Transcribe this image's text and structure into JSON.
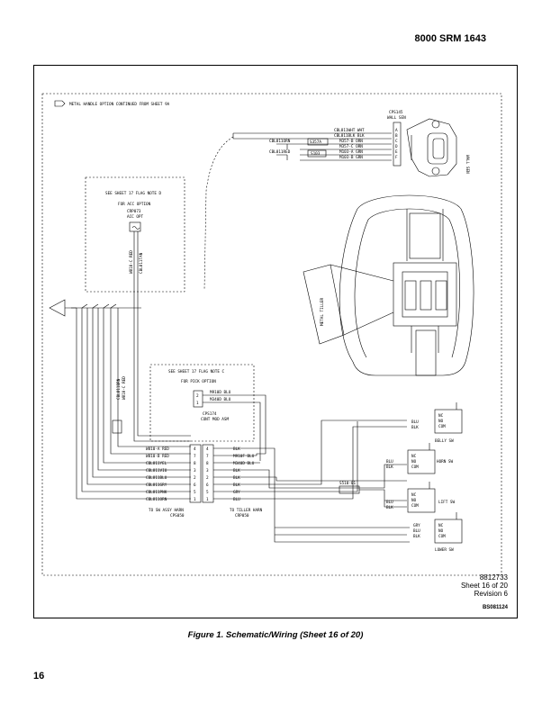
{
  "header": {
    "doc_id": "8000 SRM 1643"
  },
  "caption": "Figure 1. Schematic/Wiring (Sheet 16 of 20)",
  "page_number": "16",
  "drawing": {
    "number": "8812733",
    "sheet": "Sheet 16 of 20",
    "revision": "Revision 6",
    "code": "BS081124"
  },
  "labels": {
    "top_note": "METAL HANDLE OPTION CONTINUED FROM SHEET 9A",
    "cps145": "CPS145",
    "wall_sen": "WALL SEN",
    "wall_sen_side": "WALL SEN",
    "metal_tiller": "METAL TILLER",
    "acc_note": "SEE SHEET 17 FLAG NOTE D",
    "acc_for": "FOR ACC OPTION",
    "crp073": "CRP073",
    "acc_opt": "ACC OPT",
    "acc_wire1": "W810-C RED",
    "acc_wire2": "CBL811TAN",
    "pick_note": "SEE SHEET 17 FLAG NOTE C",
    "pick_for": "FOR PICK OPTION",
    "cps174": "CPS174",
    "cont_mod": "CONT MOD ASM",
    "vert_wire1": "CBL811BRN",
    "vert_wire2": "W810-C RED",
    "to_sw_assy": "TO SW ASSY HARN",
    "cps050": "CPS050",
    "to_tiller": "TO TILLER HARN",
    "crp050": "CRP050",
    "s510": "S510-01",
    "s357a": "S357A",
    "s103": "S103",
    "belly_sw": "BELLY SW",
    "horn_sw": "HORN SW",
    "lift_sw": "LIFT SW",
    "lower_sw": "LOWER SW"
  },
  "cps145_wires": [
    {
      "label": "CBL811WHT WHT",
      "pin": "A"
    },
    {
      "label": "CBL811BLK BLK",
      "pin": "B"
    },
    {
      "label": "M357-B ORN",
      "pin": "C"
    },
    {
      "label": "M357-C ORN",
      "pin": "D"
    },
    {
      "label": "M103-A GRN",
      "pin": "E"
    },
    {
      "label": "M103-B GRN",
      "pin": "F"
    }
  ],
  "left_cables": [
    {
      "label": "CBL811ORN"
    },
    {
      "label": "CBL811RED"
    }
  ],
  "pick_wires": [
    {
      "pin": "2",
      "label": "M910D BLU"
    },
    {
      "pin": "1",
      "label": "M340D BLU"
    }
  ],
  "connector_rows": [
    {
      "left": "W810-A RED",
      "lp": "4",
      "rp": "4",
      "right": "BLK"
    },
    {
      "left": "W810-B RED",
      "lp": "7",
      "rp": "7",
      "right": "M910F BLU"
    },
    {
      "left": "CBL811YEL",
      "lp": "8",
      "rp": "8",
      "right": "M340D BLU"
    },
    {
      "left": "CBL811VIO",
      "lp": "3",
      "rp": "3",
      "right": "BLK"
    },
    {
      "left": "CBL811BLU",
      "lp": "2",
      "rp": "2",
      "right": "BLK"
    },
    {
      "left": "CBL811GRY",
      "lp": "6",
      "rp": "6",
      "right": "BLK"
    },
    {
      "left": "CBL811PNK",
      "lp": "5",
      "rp": "5",
      "right": "GRY"
    },
    {
      "left": "CBL811ORN",
      "lp": "1",
      "rp": "1",
      "right": "BLU"
    }
  ],
  "switch_contacts": [
    "NC",
    "NO",
    "COM"
  ],
  "switch_wires": {
    "belly": [
      "BLU",
      "BLK"
    ],
    "horn": [
      "BLU",
      "BLK"
    ],
    "lift": [
      "BLU",
      "BLK"
    ],
    "lower": [
      "GRY",
      "BLU",
      "BLK"
    ]
  }
}
